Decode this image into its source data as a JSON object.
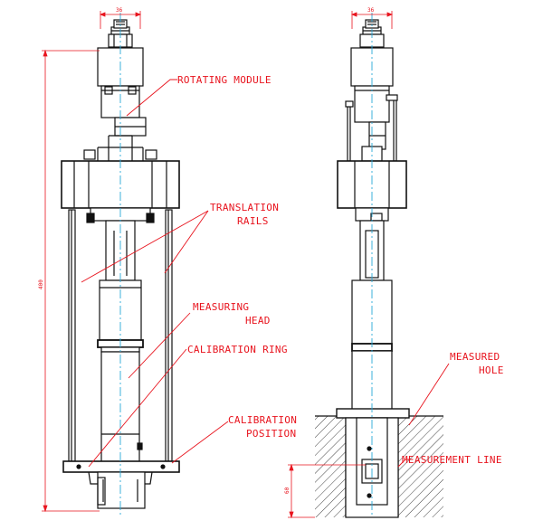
{
  "colors": {
    "linework": "#111111",
    "annotation": "#e8141e",
    "centerline": "#2aa8d8",
    "hatch": "#444444",
    "background": "#ffffff"
  },
  "labels": {
    "rotating_module": "ROTATING MODULE",
    "translation_rails_1": "TRANSLATION",
    "translation_rails_2": "RAILS",
    "measuring_head_1": "MEASURING",
    "measuring_head_2": "HEAD",
    "calibration_ring": "CALIBRATION RING",
    "calibration_position_1": "CALIBRATION",
    "calibration_position_2": "POSITION",
    "measured_hole_1": "MEASURED",
    "measured_hole_2": "HOLE",
    "measurement_line": "MEASUREMENT LINE"
  },
  "dimensions": {
    "top_width_left": "36",
    "top_width_right": "36",
    "overall_height": "400",
    "probe_offset": "60"
  }
}
